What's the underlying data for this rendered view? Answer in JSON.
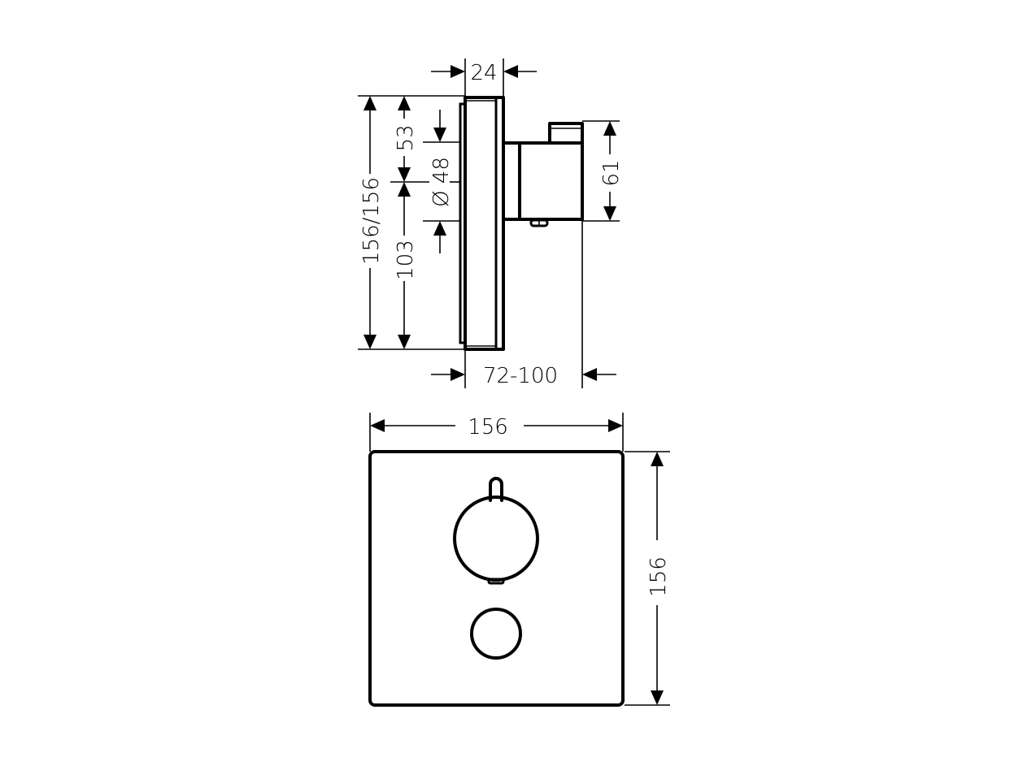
{
  "drawing": {
    "side_view": {
      "dimensions": {
        "depth_plate": "24",
        "total_height": "156/156",
        "upper_offset": "53",
        "lower_offset": "103",
        "diameter": "Ø 48",
        "body_height": "61",
        "projection": "72-100"
      }
    },
    "front_view": {
      "dimensions": {
        "width": "156",
        "height": "156"
      }
    }
  },
  "colors": {
    "line": "#000000",
    "background": "#ffffff"
  }
}
